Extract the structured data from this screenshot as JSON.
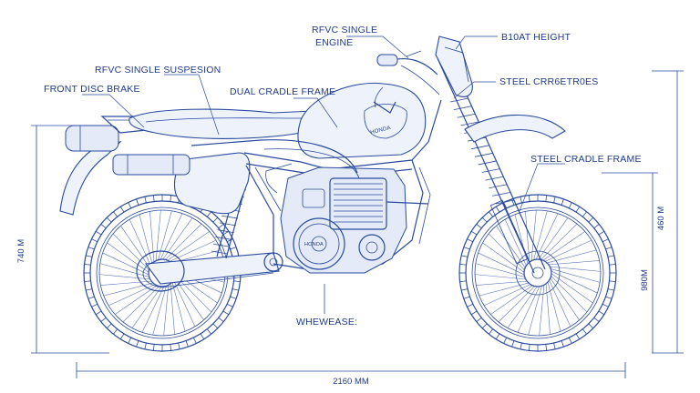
{
  "labels": {
    "engine_line1": "RFVC SINGLE",
    "engine_line2": "ENGINE",
    "seat_height": "B10AT HEIGHT",
    "suspension": "RFVC SINGLE SUSPESION",
    "front_disc": "FRONT DISC BRAKE",
    "dual_cradle": "DUAL CRADLE FRAME",
    "steel_corner": "STEEL CRR6ETR0ES",
    "steel_cradle": "STEEL CRADLE FRAME",
    "wheelbase": "WHEWEASE:",
    "brand_tank": "HONDA",
    "brand_engine": "HONDA"
  },
  "dimensions": {
    "left_height": "740 M",
    "right_height_top": "460 M",
    "right_height_bottom": "980M",
    "overall_length": "2160 MM"
  },
  "colors": {
    "ink": "#2a4a9e",
    "paper": "#ffffff"
  }
}
